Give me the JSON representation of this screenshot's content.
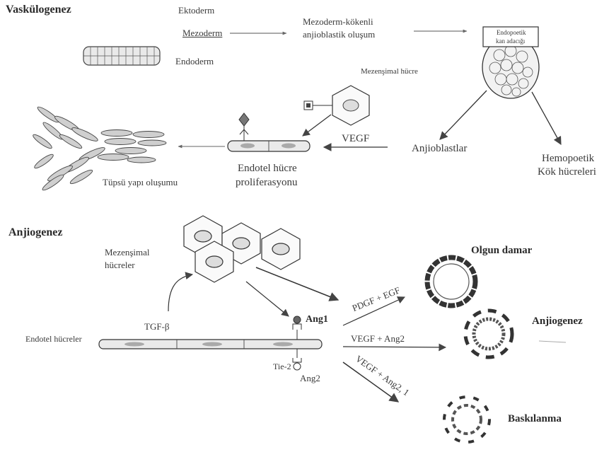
{
  "vask": {
    "title": "Vaskülogenez",
    "ektoderm": "Ektoderm",
    "mezoderm": "Mezoderm",
    "endoderm": "Endoderm",
    "mezoderm_kokenli_1": "Mezoderm-kökenli",
    "mezoderm_kokenli_2": "anjioblastik oluşum",
    "endopoetik_1": "Endopoetik",
    "endopoetik_2": "kan adacığı",
    "mezensimal": "Mezenşimal hücre",
    "vegf": "VEGF",
    "anjioblastlar": "Anjioblastlar",
    "hemopoetik_1": "Hemopoetik",
    "hemopoetik_2": "Kök hücreleri",
    "endotel_1": "Endotel hücre",
    "endotel_2": "proliferasyonu",
    "tupsu": "Tüpsü yapı oluşumu"
  },
  "anj": {
    "title": "Anjiogenez",
    "mezensimal_1": "Mezenşimal",
    "mezensimal_2": "hücreler",
    "tgf": "TGF-β",
    "endotel_hucreler": "Endotel hücreler",
    "ang1": "Ang1",
    "tie2": "Tie-2",
    "ang2": "Ang2",
    "pdgf": "PDGF + EGF",
    "vegf_ang2": "VEGF + Ang2",
    "vegf_ang2_1": "VEGF + Ang2, 1",
    "olgun": "Olgun damar",
    "anjiogenez": "Anjiogenez",
    "baskilanma": "Baskılanma"
  },
  "icons": [
    "ribbon-cell-sheet-icon",
    "blood-island-icon",
    "hexagon-cell-icon",
    "receptor-icon",
    "vessel-ring-icon"
  ]
}
